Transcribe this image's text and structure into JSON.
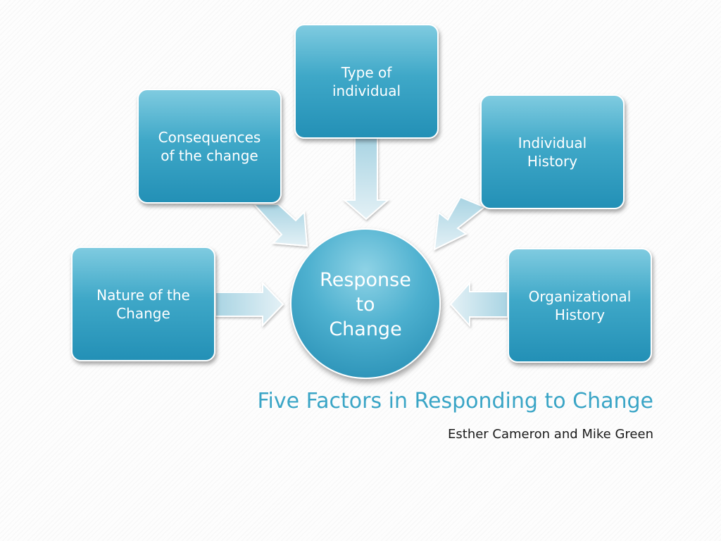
{
  "diagram": {
    "center": {
      "line1": "Response",
      "line2": "to",
      "line3": "Change"
    },
    "factors": {
      "type_of_individual": {
        "line1": "Type of",
        "line2": "individual"
      },
      "consequences": {
        "line1": "Consequences",
        "line2": "of the change"
      },
      "individual_history": {
        "line1": "Individual",
        "line2": "History"
      },
      "nature_of_change": {
        "line1": "Nature of the",
        "line2": "Change"
      },
      "organizational_history": {
        "line1": "Organizational",
        "line2": "History"
      }
    }
  },
  "title": "Five Factors in Responding to Change",
  "subtitle": "Esther Cameron and Mike Green",
  "colors": {
    "accent": "#3aa5c6",
    "box_top": "#7fcbe0",
    "box_bottom": "#2390b6",
    "arrow": "#b9dde9"
  }
}
